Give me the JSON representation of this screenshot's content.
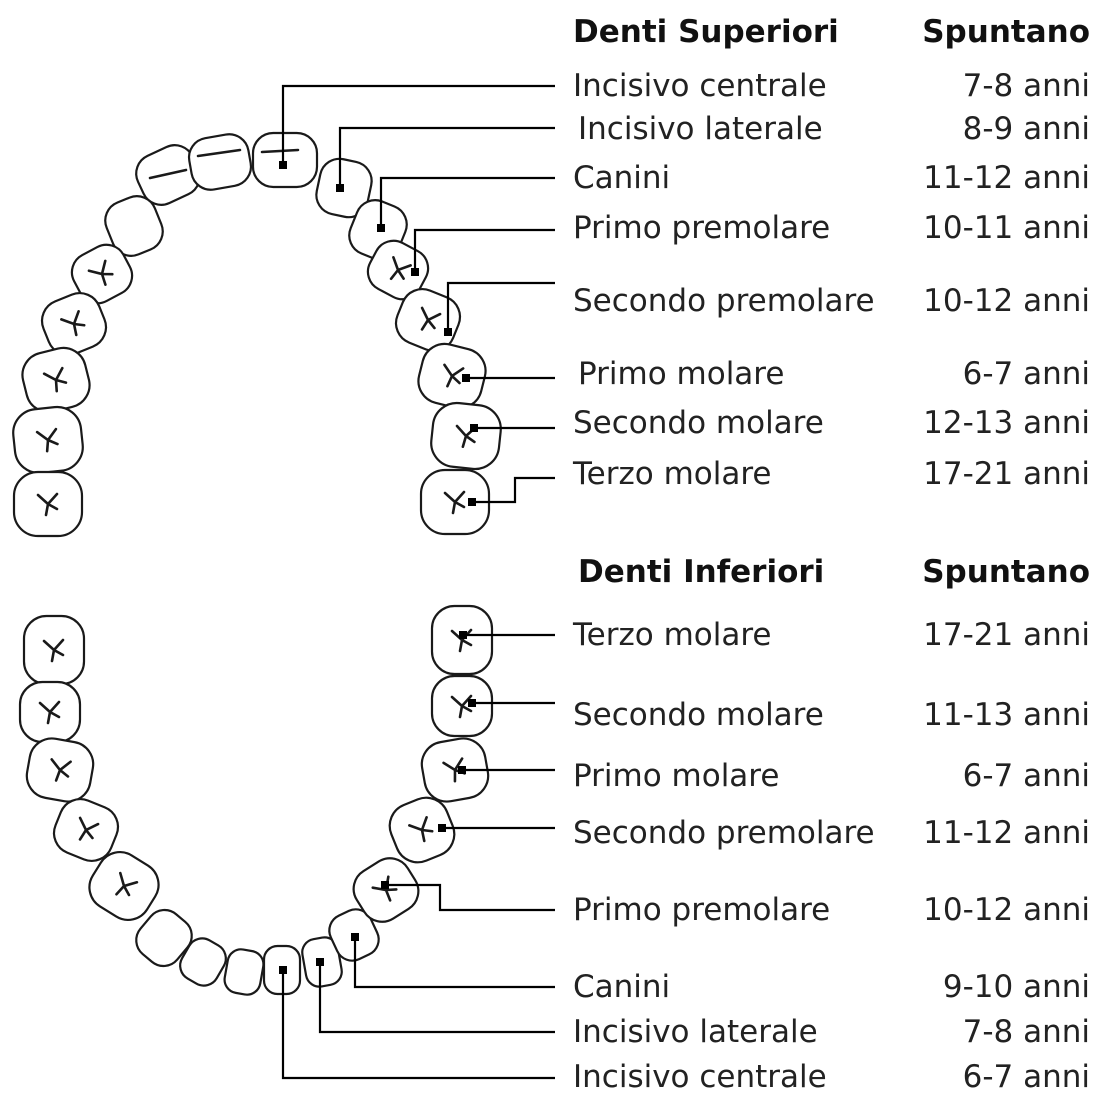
{
  "upper": {
    "header_name": "Denti Superiori",
    "header_age": "Spuntano",
    "items": [
      {
        "name": "Incisivo centrale",
        "age": "7-8 anni"
      },
      {
        "name": "Incisivo laterale",
        "age": "8-9 anni"
      },
      {
        "name": "Canini",
        "age": "11-12 anni"
      },
      {
        "name": "Primo premolare",
        "age": "10-11 anni"
      },
      {
        "name": "Secondo premolare",
        "age": "10-12 anni"
      },
      {
        "name": "Primo molare",
        "age": "6-7 anni"
      },
      {
        "name": "Secondo molare",
        "age": "12-13 anni"
      },
      {
        "name": "Terzo molare",
        "age": "17-21 anni"
      }
    ]
  },
  "lower": {
    "header_name": "Denti Inferiori",
    "header_age": "Spuntano",
    "items": [
      {
        "name": "Terzo molare",
        "age": "17-21 anni"
      },
      {
        "name": "Secondo molare",
        "age": "11-13 anni"
      },
      {
        "name": "Primo molare",
        "age": "6-7 anni"
      },
      {
        "name": "Secondo premolare",
        "age": "11-12 anni"
      },
      {
        "name": "Primo premolare",
        "age": "10-12 anni"
      },
      {
        "name": "Canini",
        "age": "9-10 anni"
      },
      {
        "name": "Incisivo laterale",
        "age": "7-8 anni"
      },
      {
        "name": "Incisivo centrale",
        "age": "6-7 anni"
      }
    ]
  }
}
